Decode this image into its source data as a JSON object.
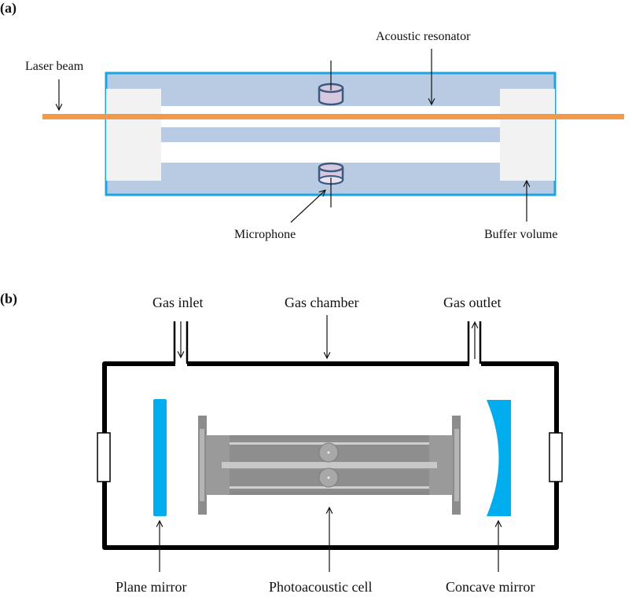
{
  "panel_a": {
    "label": "(a)",
    "annotations": {
      "laser_beam": "Laser beam",
      "acoustic_resonator": "Acoustic resonator",
      "microphone": "Microphone",
      "buffer_volume": "Buffer volume"
    }
  },
  "panel_b": {
    "label": "(b)",
    "annotations": {
      "gas_inlet": "Gas inlet",
      "gas_chamber": "Gas chamber",
      "gas_outlet": "Gas outlet",
      "plane_mirror": "Plane mirror",
      "photoacoustic_cell": "Photoacoustic cell",
      "concave_mirror": "Concave mirror"
    }
  },
  "colors": {
    "cell_body": "#b8cbe2",
    "cell_border": "#1ca6e0",
    "buffer": "#f2f2f2",
    "laser": "#f39a4a",
    "microphone_fill": "#d6c8e0",
    "microphone_stroke": "#3a5a80",
    "mirror": "#00aeef",
    "chamber": "#000000"
  }
}
